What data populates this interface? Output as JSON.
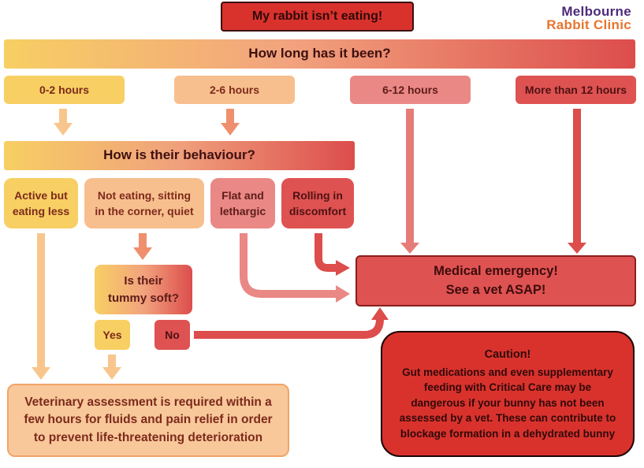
{
  "title": "My rabbit isn’t eating!",
  "logo": {
    "line1": "Melbourne",
    "line2": "Rabbit Clinic"
  },
  "duration_question": "How long has it been?",
  "durations": [
    "0-2 hours",
    "2-6 hours",
    "6-12 hours",
    "More than 12 hours"
  ],
  "behaviour_question": "How is their behaviour?",
  "behaviours": [
    {
      "line1": "Active but",
      "line2": "eating less"
    },
    {
      "line1": "Not eating, sitting",
      "line2": "in the corner, quiet"
    },
    {
      "line1": "Flat and",
      "line2": "lethargic"
    },
    {
      "line1": "Rolling in",
      "line2": "discomfort"
    }
  ],
  "tummy_question": {
    "line1": "Is their",
    "line2": "tummy soft?"
  },
  "yes_label": "Yes",
  "no_label": "No",
  "emergency": {
    "line1": "Medical emergency!",
    "line2": "See a vet ASAP!"
  },
  "vet_assessment": {
    "line1": "Veterinary assessment is required within a",
    "line2": "few hours for fluids and pain relief in order",
    "line3": "to prevent life-threatening deterioration"
  },
  "caution": {
    "title": "Caution!",
    "line1": "Gut medications and even supplementary",
    "line2": "feeding with Critical Care may be",
    "line3": "dangerous if your bunny has not been",
    "line4": "assessed by a vet.  These can contribute to",
    "line5": "blockage formation in a dehydrated bunny"
  },
  "colors": {
    "yellow": "#f7cf63",
    "peach": "#f8bf8e",
    "pink": "#e98885",
    "red": "#df5252",
    "bright_red": "#d9322d",
    "text": "#7d2a1c"
  }
}
